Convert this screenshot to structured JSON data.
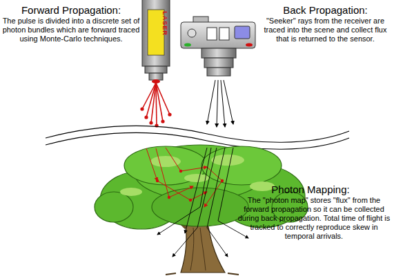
{
  "diagram": {
    "labels": [
      "Forward Propagation:",
      "The pulse is divided into a discrete set of photon bundles which are forward traced using Monte-Carlo techniques.",
      "LASER",
      "Back Propagation:",
      "\"Seeker\" rays from the receiver are traced into the scene and collect flux that is returned to the sensor.",
      "Photon Mapping:",
      "The \"photon map\" stores \"flux\" from the forward propagation so it can be collected during back propagation. Total time of flight is tracked to correctly reproduce skew in temporal arrivals."
    ]
  }
}
